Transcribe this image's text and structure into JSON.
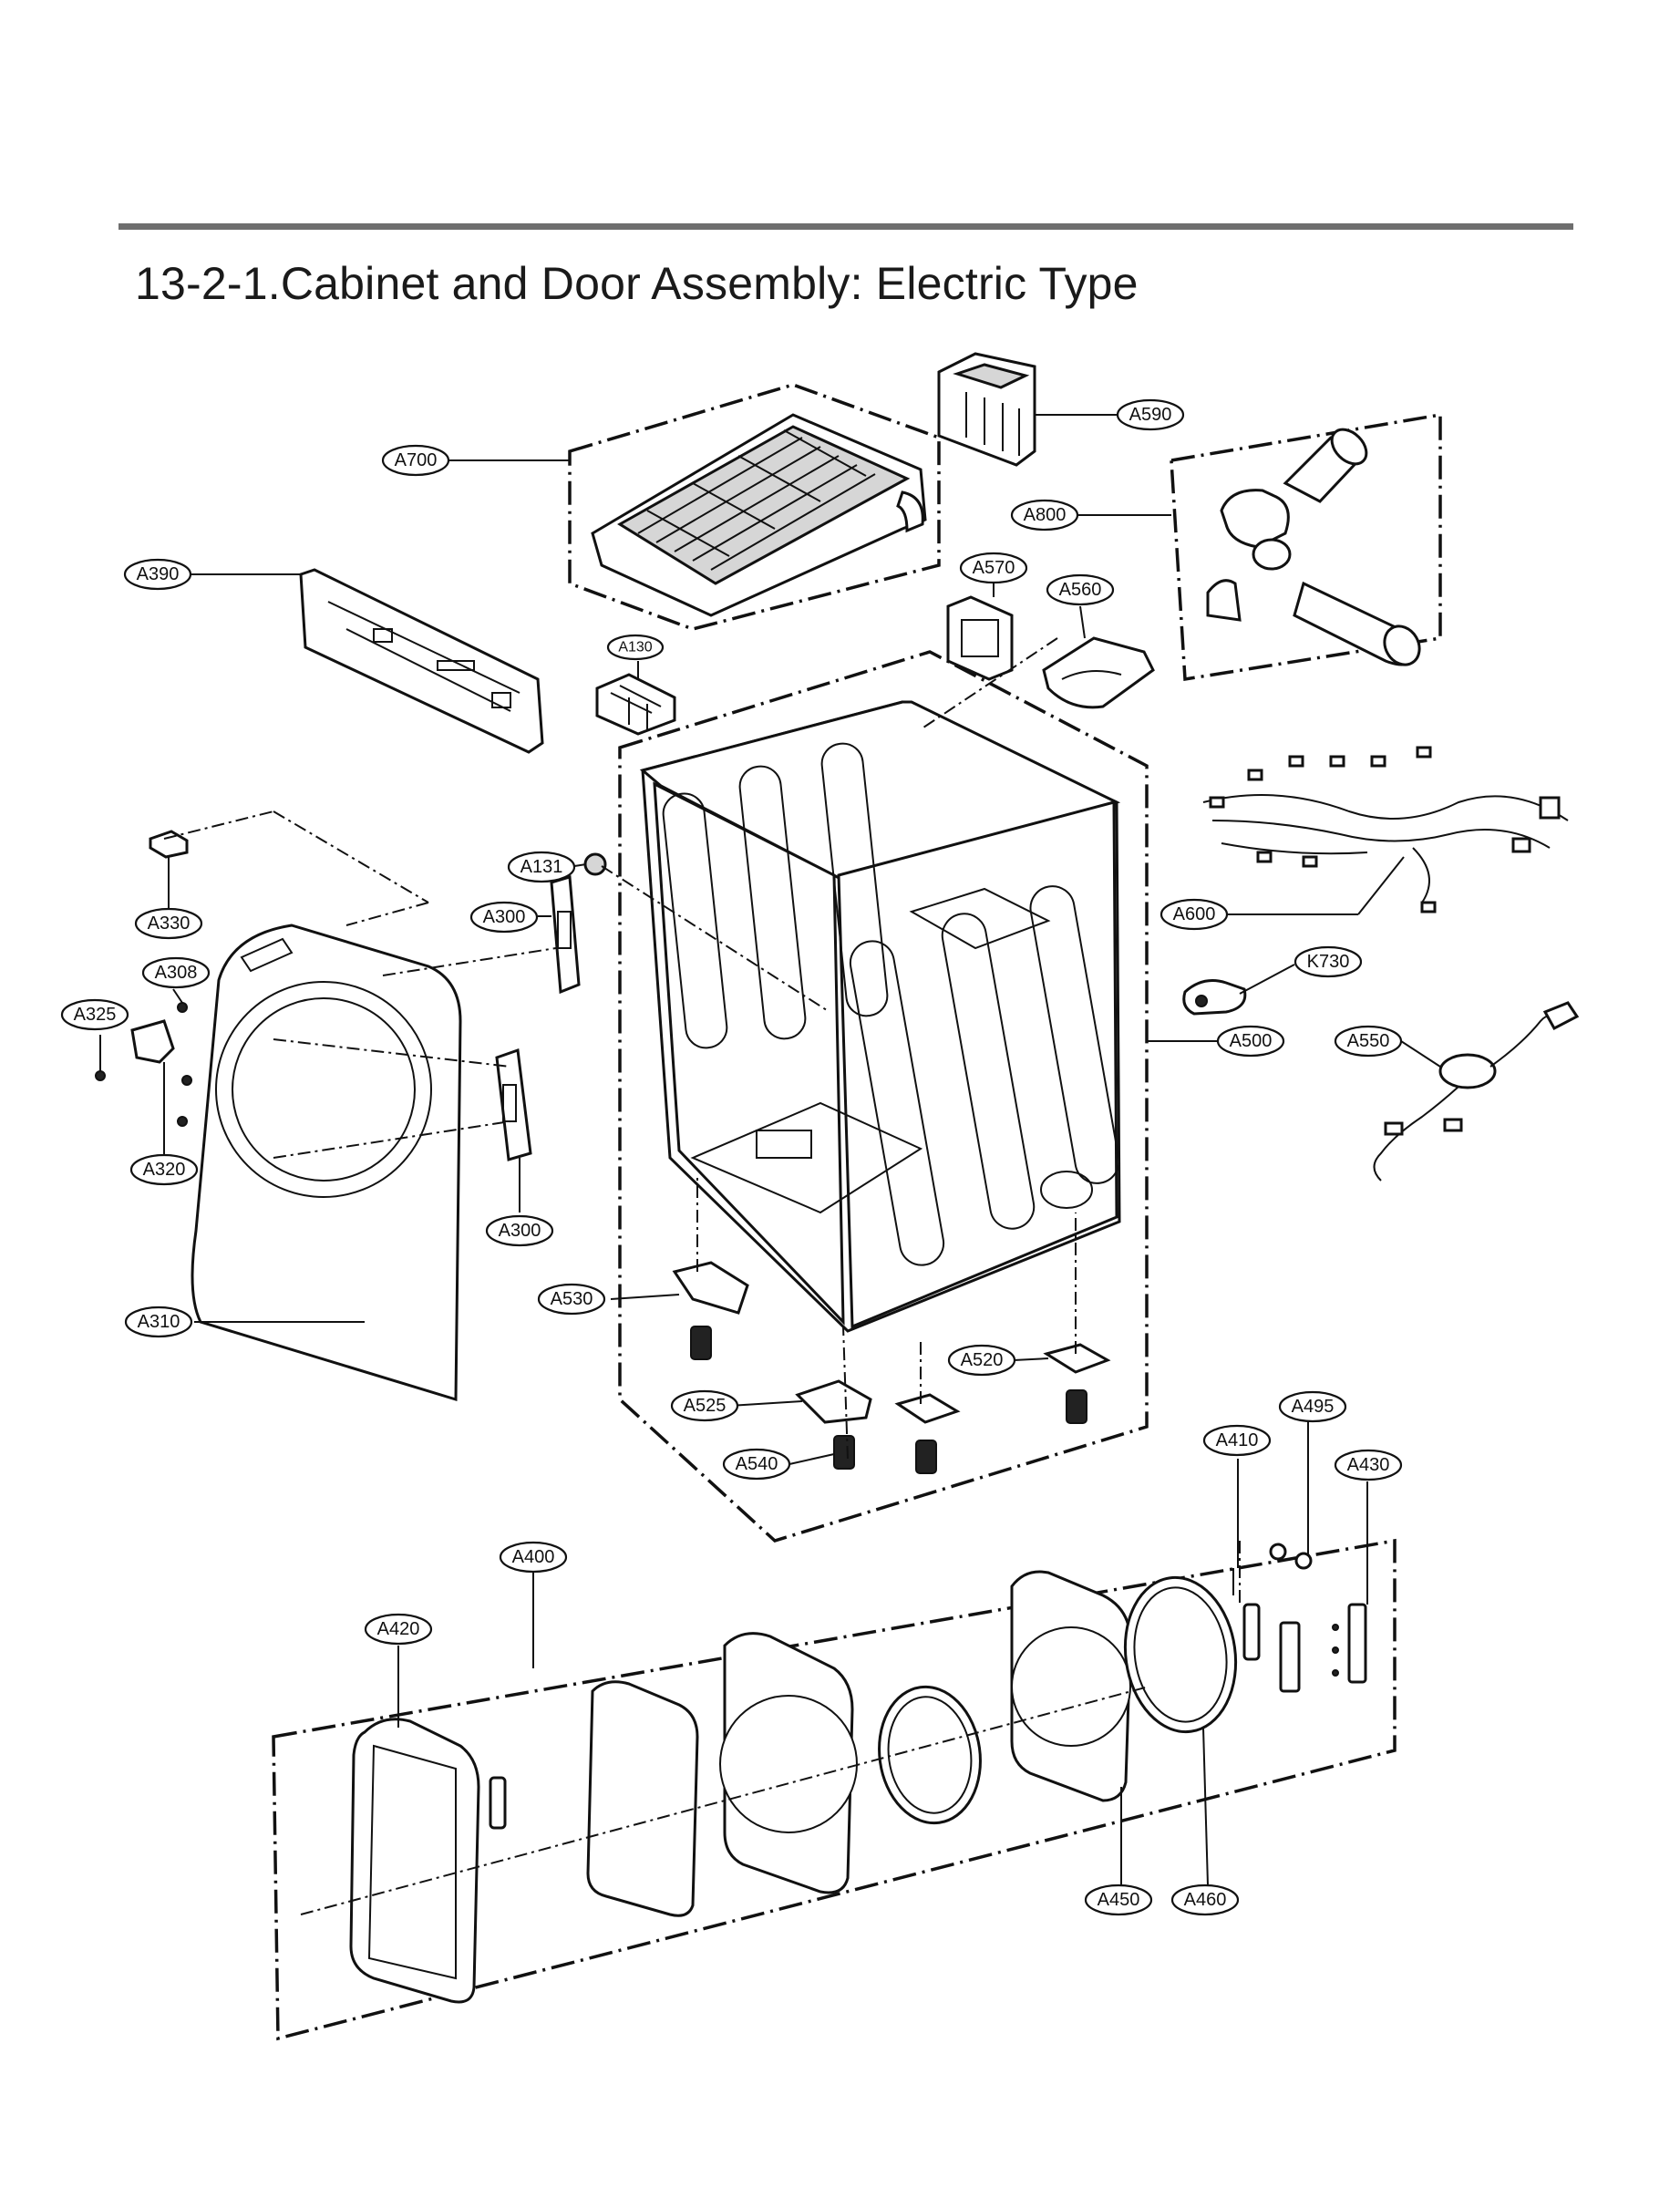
{
  "page": {
    "title": "13-2-1.Cabinet and Door Assembly: Electric Type"
  },
  "callouts": {
    "A590": "A590",
    "A700": "A700",
    "A800": "A800",
    "A390": "A390",
    "A570": "A570",
    "A560": "A560",
    "A130": "A130",
    "A131": "A131",
    "A300_top": "A300",
    "A330": "A330",
    "A308": "A308",
    "A325": "A325",
    "A320": "A320",
    "A300_bottom": "A300",
    "A310": "A310",
    "A530": "A530",
    "A600": "A600",
    "K730": "K730",
    "A500": "A500",
    "A550": "A550",
    "A520": "A520",
    "A525": "A525",
    "A540": "A540",
    "A410": "A410",
    "A495": "A495",
    "A430": "A430",
    "A400": "A400",
    "A420": "A420",
    "A450": "A450",
    "A460": "A460"
  }
}
